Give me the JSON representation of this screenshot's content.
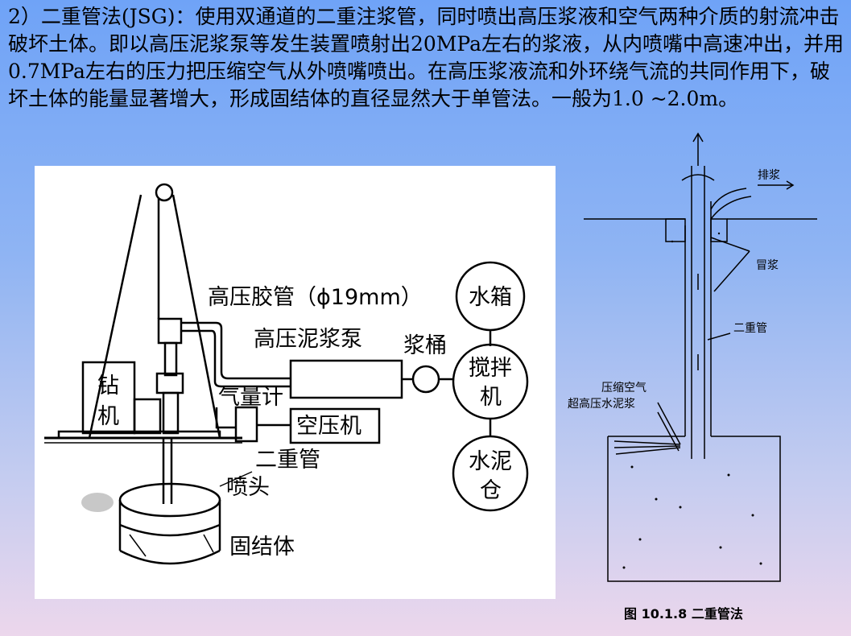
{
  "paragraph": "2）二重管法(JSG)：使用双通道的二重注浆管，同时喷出高压浆液和空气两种介质的射流冲击破坏土体。即以高压泥浆泵等发生装置喷射出20MPa左右的浆液，从内喷嘴中高速冲出，并用0.7MPa左右的压力把压缩空气从外喷嘴喷出。在高压浆液流和外环绕气流的共同作用下，破坏土体的能量显著增大，形成固结体的直径显然大于单管法。一般为1.0 ~2.0m。",
  "left_diagram": {
    "hose_label": "高压胶管（ϕ19mm）",
    "pump_label": "高压泥浆泵",
    "bucket_label": "浆桶",
    "water_tank": "水箱",
    "mixer_line1": "搅拌",
    "mixer_line2": "机",
    "cement_line1": "水泥",
    "cement_line2": "仓",
    "drill_line1": "钻",
    "drill_line2": "机",
    "gas_meter": "气量计",
    "compressor": "空压机",
    "double_tube": "二重管",
    "nozzle": "喷头",
    "solid_body": "固结体"
  },
  "right_diagram": {
    "drain": "排浆",
    "overflow": "冒浆",
    "double_tube": "二重管",
    "compressed_air": "压缩空气",
    "ultra_slurry": "超高压水泥浆",
    "caption": "图 10.1.8   二重管法"
  }
}
